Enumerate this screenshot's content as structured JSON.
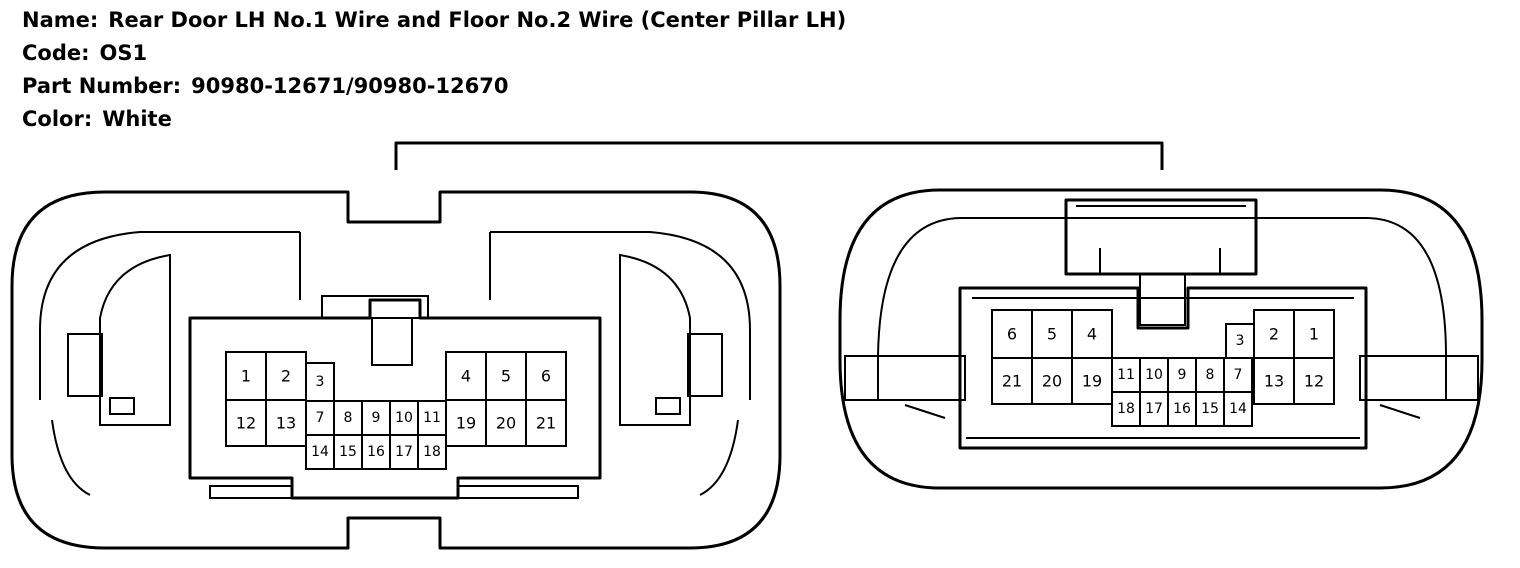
{
  "connector": {
    "name_label": "Name:",
    "name_value": "Rear Door LH No.1 Wire and Floor No.2 Wire (Center Pillar LH)",
    "code_label": "Code:",
    "code_value": "OS1",
    "part_label": "Part Number:",
    "part_value": "90980-12671/90980-12670",
    "color_label": "Color:",
    "color_value": "White"
  },
  "left_connector": {
    "pins": [
      "1",
      "2",
      "3",
      "4",
      "5",
      "6",
      "7",
      "8",
      "9",
      "10",
      "11",
      "12",
      "13",
      "14",
      "15",
      "16",
      "17",
      "18",
      "19",
      "20",
      "21"
    ]
  },
  "right_connector": {
    "pins": [
      "1",
      "2",
      "3",
      "4",
      "5",
      "6",
      "7",
      "8",
      "9",
      "10",
      "11",
      "12",
      "13",
      "14",
      "15",
      "16",
      "17",
      "18",
      "19",
      "20",
      "21"
    ]
  }
}
